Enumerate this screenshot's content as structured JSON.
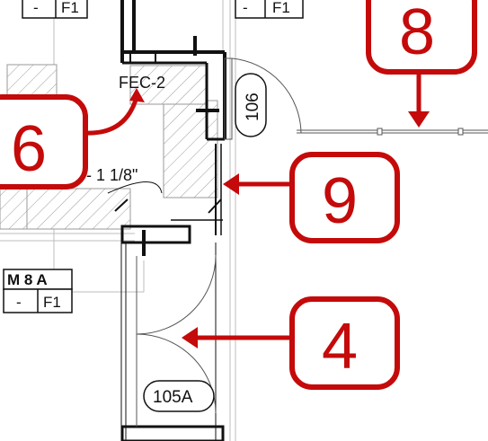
{
  "colors": {
    "callout": "#c40a0a",
    "linework": "#111111",
    "hatch": "#9a9a9a"
  },
  "tags": {
    "top_left": {
      "dash": "-",
      "finish": "F1"
    },
    "top_right": {
      "dash": "-",
      "finish": "F1"
    },
    "m8a": {
      "label": "M 8 A",
      "dash": "-",
      "finish": "F1"
    }
  },
  "labels": {
    "fire_extinguisher_cabinet": "FEC-2",
    "dimension": "- 1 1/8\""
  },
  "doors": {
    "d106": "106",
    "d105a": "105A"
  },
  "callouts": [
    {
      "key": "c6",
      "number": "6"
    },
    {
      "key": "c8",
      "number": "8"
    },
    {
      "key": "c9",
      "number": "9"
    },
    {
      "key": "c4",
      "number": "4"
    }
  ]
}
